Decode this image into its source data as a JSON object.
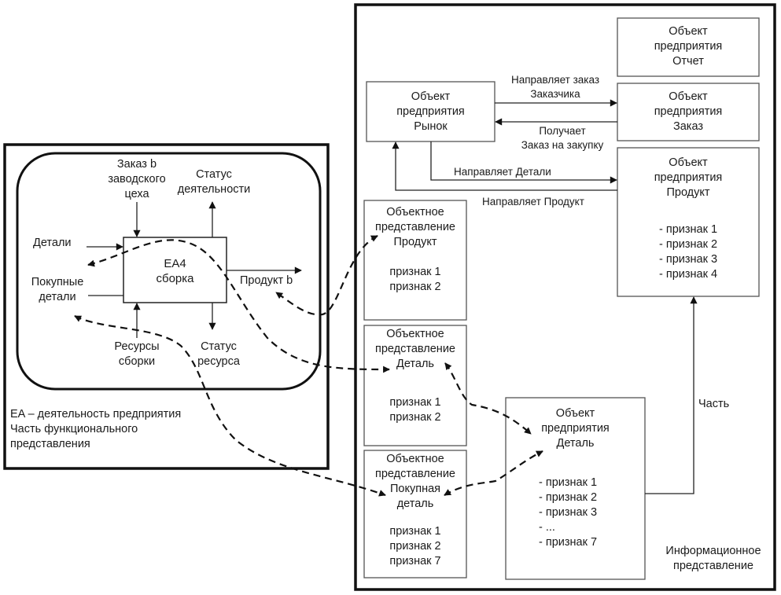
{
  "functional_view": {
    "caption": "EA – деятельность предприятия\nЧасть функционального\nпредставления",
    "activity": {
      "title": "EA4\nсборка",
      "inputs": [
        {
          "label": "Детали"
        },
        {
          "label": "Покупные\nдетали"
        }
      ],
      "control": {
        "label": "Заказ b\nзаводского\nцеха"
      },
      "mechanism": {
        "label": "Ресурсы\nсборки"
      },
      "outputs": [
        {
          "label": "Продукт b"
        },
        {
          "label": "Статус\nдеятельности"
        },
        {
          "label": "Статус\nресурса"
        }
      ]
    }
  },
  "information_view": {
    "caption": "Информационное\nпредставление",
    "enterprise_objects": {
      "report": {
        "title": "Объект\nпредприятия\nОтчет"
      },
      "market": {
        "title": "Объект\nпредприятия\nРынок"
      },
      "order": {
        "title": "Объект\nпредприятия\nЗаказ"
      },
      "product": {
        "title": "Объект\nпредприятия\nПродукт",
        "attributes": "- признак 1\n- признак 2\n- признак 3\n- признак 4"
      },
      "part": {
        "title": "Объект\nпредприятия\nДеталь",
        "attributes": "- признак 1\n- признак 2\n- признак 3\n- ...\n- признак 7"
      }
    },
    "object_views": {
      "product": {
        "title": "Объектное\nпредставление\nПродукт",
        "attributes": "признак 1\nпризнак 2"
      },
      "part": {
        "title": "Объектное\nпредставление\nДеталь",
        "attributes": "признак 1\nпризнак 2"
      },
      "purchased_part": {
        "title": "Объектное\nпредставление\nПокупная\nдеталь",
        "attributes": "признак 1\nпризнак 2\nпризнак 7"
      }
    },
    "relations": {
      "sends_customer_order": "Направляет заказ\nЗаказчика",
      "receives_purchase_order": "Получает\nЗаказ на закупку",
      "sends_parts": "Направляет Детали",
      "sends_product": "Направляет Продукт",
      "part_of": "Часть"
    }
  }
}
